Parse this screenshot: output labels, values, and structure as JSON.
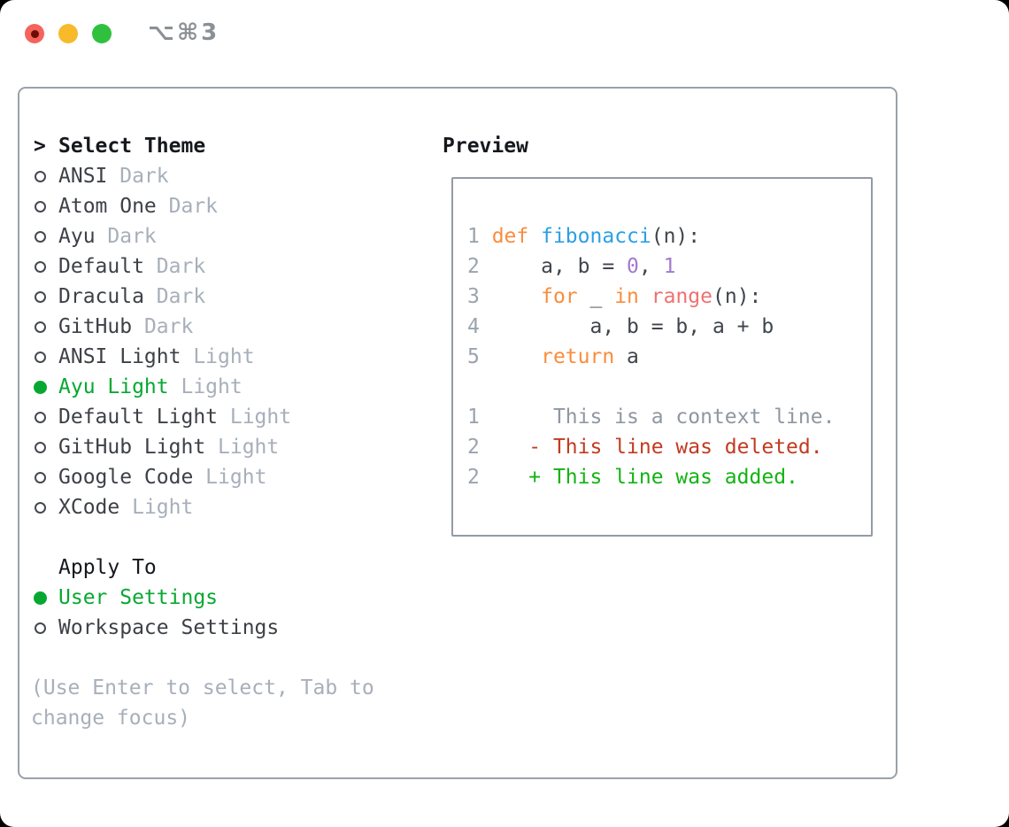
{
  "titlebar": {
    "shortcut": "⌥⌘3",
    "traffic_lights": [
      "close",
      "minimize",
      "zoom"
    ]
  },
  "theme_panel": {
    "header": {
      "prompt": ">",
      "label": "Select Theme"
    },
    "themes": [
      {
        "name": "ANSI",
        "variant": "Dark",
        "selected": false
      },
      {
        "name": "Atom One",
        "variant": "Dark",
        "selected": false
      },
      {
        "name": "Ayu",
        "variant": "Dark",
        "selected": false
      },
      {
        "name": "Default",
        "variant": "Dark",
        "selected": false
      },
      {
        "name": "Dracula",
        "variant": "Dark",
        "selected": false
      },
      {
        "name": "GitHub",
        "variant": "Dark",
        "selected": false
      },
      {
        "name": "ANSI Light",
        "variant": "Light",
        "selected": false
      },
      {
        "name": "Ayu Light",
        "variant": "Light",
        "selected": true
      },
      {
        "name": "Default Light",
        "variant": "Light",
        "selected": false
      },
      {
        "name": "GitHub Light",
        "variant": "Light",
        "selected": false
      },
      {
        "name": "Google Code",
        "variant": "Light",
        "selected": false
      },
      {
        "name": "XCode",
        "variant": "Light",
        "selected": false
      }
    ],
    "apply_to": {
      "label": "Apply To",
      "options": [
        {
          "name": "User Settings",
          "selected": true
        },
        {
          "name": "Workspace Settings",
          "selected": false
        }
      ]
    },
    "hint_lines": [
      "(Use Enter to select, Tab to",
      "change focus)"
    ]
  },
  "preview": {
    "title": "Preview",
    "code_lines": [
      {
        "segments": [
          {
            "text": "1 ",
            "style": "ln"
          },
          {
            "text": "def",
            "style": "kw"
          },
          {
            "text": " ",
            "style": "code"
          },
          {
            "text": "fibonacci",
            "style": "fn"
          },
          {
            "text": "(n):",
            "style": "code"
          }
        ]
      },
      {
        "segments": [
          {
            "text": "2 ",
            "style": "ln"
          },
          {
            "text": "    a, b = ",
            "style": "code"
          },
          {
            "text": "0",
            "style": "num"
          },
          {
            "text": ", ",
            "style": "code"
          },
          {
            "text": "1",
            "style": "num"
          }
        ]
      },
      {
        "segments": [
          {
            "text": "3 ",
            "style": "ln"
          },
          {
            "text": "    ",
            "style": "code"
          },
          {
            "text": "for",
            "style": "kw"
          },
          {
            "text": " _ ",
            "style": "code"
          },
          {
            "text": "in",
            "style": "kw"
          },
          {
            "text": " ",
            "style": "code"
          },
          {
            "text": "range",
            "style": "blt"
          },
          {
            "text": "(n):",
            "style": "code"
          }
        ]
      },
      {
        "segments": [
          {
            "text": "4 ",
            "style": "ln"
          },
          {
            "text": "        a, b = b, a + b",
            "style": "code"
          }
        ]
      },
      {
        "segments": [
          {
            "text": "5 ",
            "style": "ln"
          },
          {
            "text": "    ",
            "style": "code"
          },
          {
            "text": "return",
            "style": "kw"
          },
          {
            "text": " a",
            "style": "code"
          }
        ]
      },
      {
        "segments": []
      },
      {
        "segments": [
          {
            "text": "1 ",
            "style": "ln"
          },
          {
            "text": "     This is a context line.",
            "style": "ctx"
          }
        ]
      },
      {
        "segments": [
          {
            "text": "2 ",
            "style": "ln"
          },
          {
            "text": "   - This line was deleted.",
            "style": "del"
          }
        ]
      },
      {
        "segments": [
          {
            "text": "2 ",
            "style": "ln"
          },
          {
            "text": "   + This line was added.",
            "style": "add"
          }
        ]
      }
    ]
  },
  "colors": {
    "selection_green": "#07a832",
    "added_green": "#12b312",
    "deleted_red": "#c23a20",
    "keyword_orange": "#f98d3d",
    "function_blue": "#2b9fe5",
    "number_purple": "#a37acc",
    "builtin_coral": "#f07171",
    "text_charcoal": "#3d4147",
    "muted_gray": "#a7afba",
    "border_gray": "#99a1ab",
    "traffic_red": "#f4645c",
    "traffic_yellow": "#f7ba2b",
    "traffic_green": "#2fc13e"
  }
}
